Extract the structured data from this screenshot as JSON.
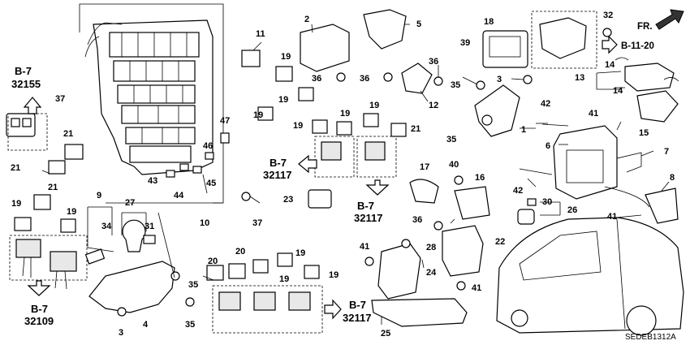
{
  "part_numbers": {
    "p1": "1",
    "p2": "2",
    "p3a": "3",
    "p3b": "3",
    "p4": "4",
    "p5": "5",
    "p6": "6",
    "p7": "7",
    "p8": "8",
    "p9": "9",
    "p10": "10",
    "p11": "11",
    "p12": "12",
    "p13": "13",
    "p14a": "14",
    "p14b": "14",
    "p15": "15",
    "p16": "16",
    "p17": "17",
    "p18": "18",
    "p19a": "19",
    "p19b": "19",
    "p19c": "19",
    "p19d": "19",
    "p19e": "19",
    "p19f": "19",
    "p19g": "19",
    "p19h": "19",
    "p19i": "19",
    "p19j": "19",
    "p19k": "19",
    "p20a": "20",
    "p20b": "20",
    "p21a": "21",
    "p21b": "21",
    "p21c": "21",
    "p21d": "21",
    "p22": "22",
    "p23": "23",
    "p24": "24",
    "p25": "25",
    "p26": "26",
    "p27": "27",
    "p28": "28",
    "p30": "30",
    "p31": "31",
    "p32": "32",
    "p34": "34",
    "p35a": "35",
    "p35b": "35",
    "p35c": "35",
    "p35d": "35",
    "p36a": "36",
    "p36b": "36",
    "p36c": "36",
    "p36d": "36",
    "p37a": "37",
    "p37b": "37",
    "p39": "39",
    "p40": "40",
    "p41a": "41",
    "p41b": "41",
    "p41c": "41",
    "p41d": "41",
    "p42a": "42",
    "p42b": "42",
    "p43": "43",
    "p44": "44",
    "p45": "45",
    "p46": "46",
    "p47": "47"
  },
  "refs": {
    "b7_32155": {
      "sec": "B-7",
      "num": "32155"
    },
    "b7_32117_a": {
      "sec": "B-7",
      "num": "32117"
    },
    "b7_32117_b": {
      "sec": "B-7",
      "num": "32117"
    },
    "b7_32117_c": {
      "sec": "B-7",
      "num": "32117"
    },
    "b7_32109": {
      "sec": "B-7",
      "num": "32109"
    },
    "b11_20": "B-11-20"
  },
  "direction_label": "FR.",
  "diagram_code": "SEDEB1312A"
}
